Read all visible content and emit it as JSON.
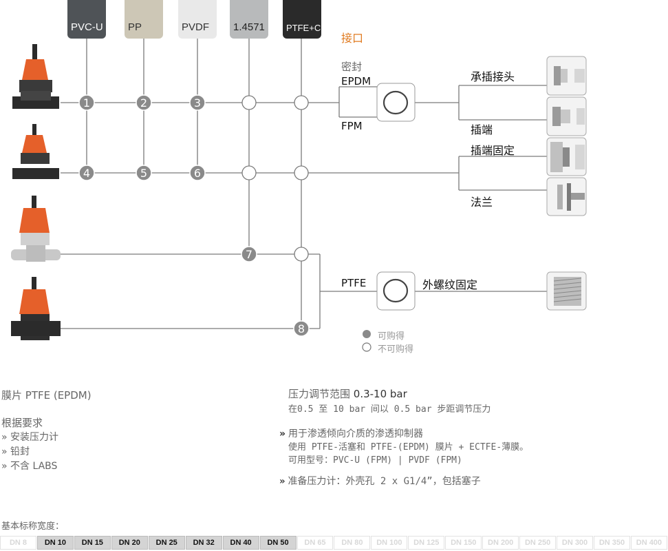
{
  "materials": [
    {
      "label": "PVC-U",
      "bg": "#4f5357",
      "fg": "#ffffff"
    },
    {
      "label": "PP",
      "bg": "#cdc7b6",
      "fg": "#333333"
    },
    {
      "label": "PVDF",
      "bg": "#e9e9e9",
      "fg": "#333333"
    },
    {
      "label": "1.4571",
      "bg": "#b8babb",
      "fg": "#222222"
    },
    {
      "label": "PTFE+C",
      "bg": "#2a2a2a",
      "fg": "#ffffff"
    }
  ],
  "connection_title": "接口",
  "seal_title": "密封",
  "seals": {
    "epdm": "EPDM",
    "fpm": "FPM",
    "ptfe": "PTFE"
  },
  "connections": {
    "socket": "承插接头",
    "spigot": "插端",
    "spigot_fixed": "插端固定",
    "flange": "法兰",
    "external_thread": "外螺纹固定"
  },
  "nodes": [
    "1",
    "2",
    "3",
    "4",
    "5",
    "6",
    "7",
    "8"
  ],
  "legend": {
    "available": "可购得",
    "unavailable": "不可购得"
  },
  "membrane": "膜片 PTFE (EPDM)",
  "on_request": {
    "title": "根据要求",
    "items": [
      "安装压力计",
      "铅封",
      "不含 LABS"
    ]
  },
  "gauge_label": "bar",
  "pressure": {
    "range_prefix": "压力调节范围 ",
    "range_value": "0.3-10 bar",
    "step": "在0.5 至 10 bar 间以 0.5 bar 步距调节压力"
  },
  "notes": [
    {
      "line1": "用于渗透倾向介质的渗透抑制器",
      "line2": "使用 PTFE-活塞和 PTFE-(EPDM) 膜片 + ECTFE-薄膜。",
      "line3": "可用型号：PVC-U (FPM) | PVDF (FPM)"
    },
    {
      "line1": "准备压力计：外壳孔 2 x G1/4”，包括塞子"
    }
  ],
  "sizes_title": "基本标称宽度：",
  "sizes": [
    {
      "label": "DN 8",
      "available": false
    },
    {
      "label": "DN 10",
      "available": true
    },
    {
      "label": "DN 15",
      "available": true
    },
    {
      "label": "DN 20",
      "available": true
    },
    {
      "label": "DN 25",
      "available": true
    },
    {
      "label": "DN 32",
      "available": true
    },
    {
      "label": "DN 40",
      "available": true
    },
    {
      "label": "DN 50",
      "available": true
    },
    {
      "label": "DN 65",
      "available": false
    },
    {
      "label": "DN 80",
      "available": false
    },
    {
      "label": "DN 100",
      "available": false
    },
    {
      "label": "DN 125",
      "available": false
    },
    {
      "label": "DN 150",
      "available": false
    },
    {
      "label": "DN 200",
      "available": false
    },
    {
      "label": "DN 250",
      "available": false
    },
    {
      "label": "DN 300",
      "available": false
    },
    {
      "label": "DN 350",
      "available": false
    },
    {
      "label": "DN 400",
      "available": false
    }
  ],
  "colors": {
    "accent": "#e07a1f",
    "line": "#7a7a7a",
    "node_fill": "#8a8a8a",
    "valve_orange": "#e5602a",
    "valve_black": "#2b2b2b"
  }
}
